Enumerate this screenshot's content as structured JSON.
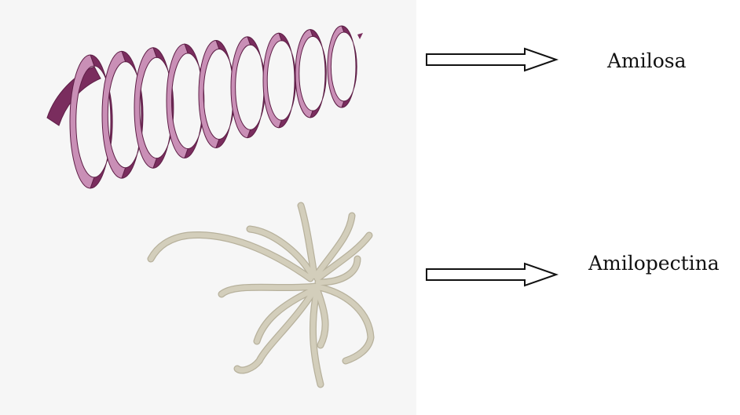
{
  "labels": {
    "amilosa": "Amilosa",
    "amilopectina": "Amilopectina"
  },
  "colors": {
    "helix_front": "#c98fb6",
    "helix_back": "#7a2d5e",
    "helix_edge": "#5e1f47",
    "branches": "#cfcab6",
    "branches_edge": "#b7b19c",
    "arrow_stroke": "#111111"
  },
  "icons": [
    "amylose-helix-illustration",
    "amylopectin-branched-illustration",
    "right-arrow-icon",
    "right-arrow-icon"
  ]
}
